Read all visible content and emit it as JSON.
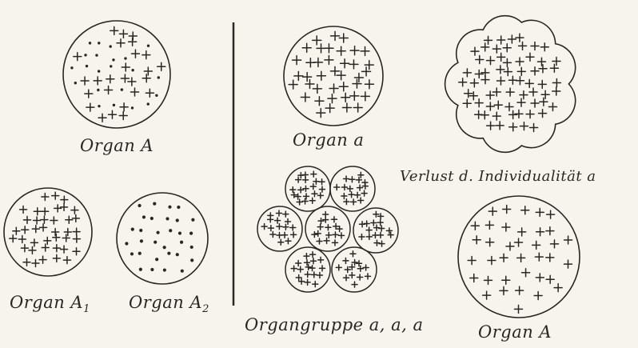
{
  "ink_color": "#2a2622",
  "paper_color": "#f7f4ee",
  "labels": {
    "organ_a_top_left": "Organ A",
    "organ_a1": "Organ A",
    "organ_a1_sub": "1",
    "organ_a2": "Organ A",
    "organ_a2_sub": "2",
    "organ_small_a": "Organ a",
    "verlust": "Verlust d. Individualität a",
    "organgruppe": "Organgruppe a, a, a",
    "organ_a_bottom_right": "Organ A"
  }
}
